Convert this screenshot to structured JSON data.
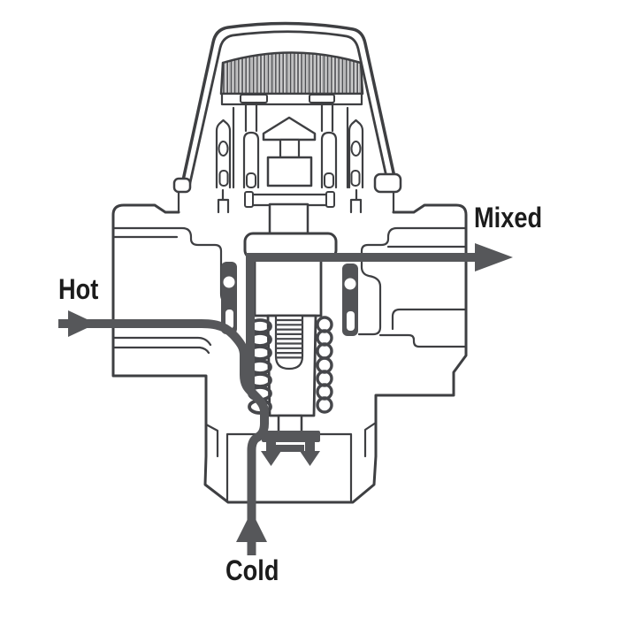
{
  "diagram": {
    "kind": "thermostatic-mixing-valve-cross-section",
    "colors": {
      "background": "#ffffff",
      "line": "#3e3f42",
      "flow": "#56575a",
      "seal": "#525356",
      "text": "#1c1c1c",
      "knurl_dark": "#46474b",
      "knurl_light": "#98999b"
    },
    "flows": [
      {
        "id": "hot",
        "label": "Hot",
        "direction": "inlet-left",
        "arrow": "points-right-into-valve"
      },
      {
        "id": "mixed",
        "label": "Mixed",
        "direction": "outlet-right",
        "arrow": "points-right-out-of-valve"
      },
      {
        "id": "cold",
        "label": "Cold",
        "direction": "inlet-bottom",
        "arrow": "points-up-into-valve"
      }
    ]
  }
}
